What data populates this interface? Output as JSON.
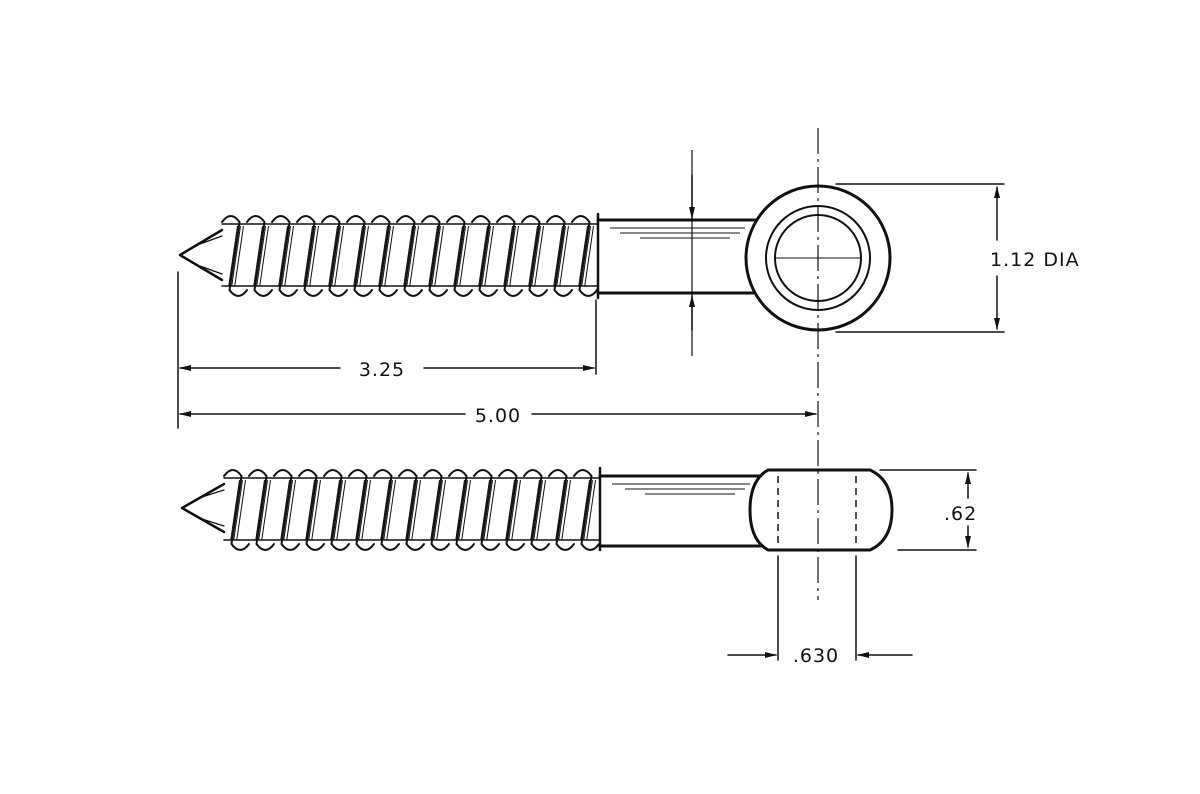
{
  "drawing": {
    "dimensions": {
      "thread_length": "3.25",
      "overall_length": "5.00",
      "eye_diameter": "1.12 DIA",
      "eye_thickness": ".62",
      "eye_hole_width": ".630"
    }
  }
}
